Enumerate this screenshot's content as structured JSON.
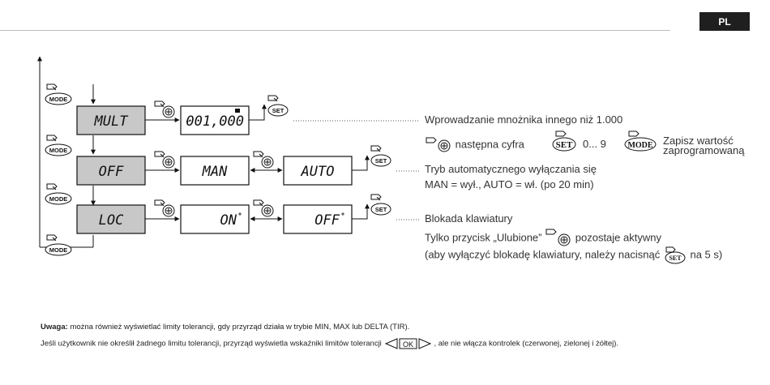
{
  "lang": "PL",
  "buttons": {
    "mode": "MODE",
    "set": "SET"
  },
  "displays": {
    "mult": "MULT",
    "mult_value": "001,000",
    "mult_sign": "+",
    "off": "OFF",
    "man": "MAN",
    "auto": "AUTO",
    "loc": "LOC",
    "on": "ON",
    "off2": "OFF"
  },
  "desc": {
    "mult_title": "Wprowadzanie mnożnika innego niż 1.000",
    "next_digit": "następna cyfra",
    "digits": "0... 9",
    "save_line1": "Zapisz wartość",
    "save_line2": "zaprogramowaną",
    "off_title": "Tryb automatycznego wyłączania się",
    "off_detail": "MAN = wył., AUTO = wł. (po 20 min)",
    "loc_title": "Blokada klawiatury",
    "loc_detail_a": "Tylko przycisk „Ulubione”",
    "loc_detail_b": "pozostaje aktywny",
    "loc_detail2_a": "(aby wyłączyć blokadę klawiatury, należy nacisnąć",
    "loc_detail2_b": "na 5 s)"
  },
  "note": {
    "label": "Uwaga:",
    "line1": "można również wyświetlać limity tolerancji, gdy przyrząd działa w trybie MIN, MAX lub DELTA (TIR).",
    "line2_a": "Jeśli użytkownik nie określił żadnego limitu tolerancji, przyrząd wyświetla wskaźniki limitów tolerancji",
    "ok": "OK",
    "line2_b": ", ale nie włącza kontrolek (czerwonej, zielonej i żółtej)."
  }
}
